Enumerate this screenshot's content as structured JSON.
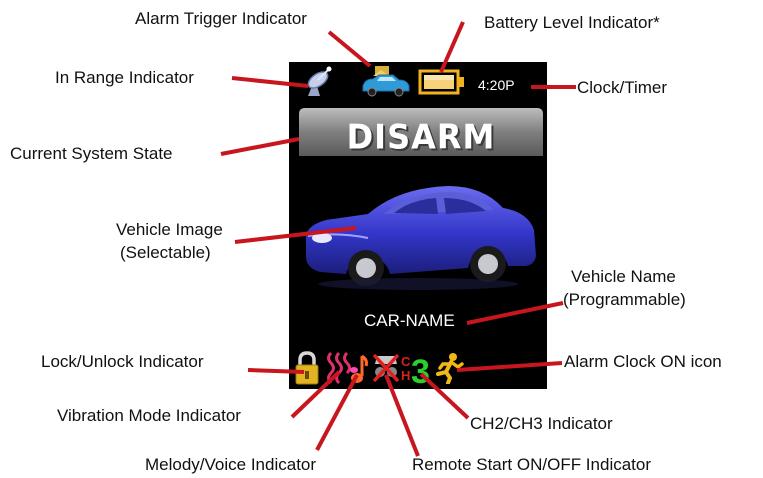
{
  "screen": {
    "clock": "4:20P",
    "state": "DISARM",
    "vehicle_name": "CAR-NAME"
  },
  "labels": {
    "alarm_trigger": "Alarm Trigger Indicator",
    "battery_level": "Battery Level Indicator*",
    "in_range": "In Range Indicator",
    "clock_timer": "Clock/Timer",
    "system_state": "Current System State",
    "vehicle_image_1": "Vehicle Image",
    "vehicle_image_2": "(Selectable)",
    "vehicle_name_1": "Vehicle Name",
    "vehicle_name_2": "(Programmable)",
    "lock_unlock": "Lock/Unlock Indicator",
    "alarm_clock": "Alarm Clock ON icon",
    "vibration": "Vibration Mode Indicator",
    "ch2_ch3": "CH2/CH3 Indicator",
    "melody_voice": "Melody/Voice Indicator",
    "remote_start": "Remote Start ON/OFF Indicator"
  },
  "icons": [
    "antenna-icon",
    "car-alarm-icon",
    "battery-icon",
    "padlock-icon",
    "vibration-icon",
    "melody-icon",
    "remote-start-off-icon",
    "ch3-icon",
    "running-man-icon"
  ],
  "colors": {
    "leader": "#c8161e",
    "screen": "#000000",
    "car": "#3b3fd1",
    "battery": "#f0a020",
    "ch3": "#22cc22",
    "lock": "#e0b020"
  }
}
